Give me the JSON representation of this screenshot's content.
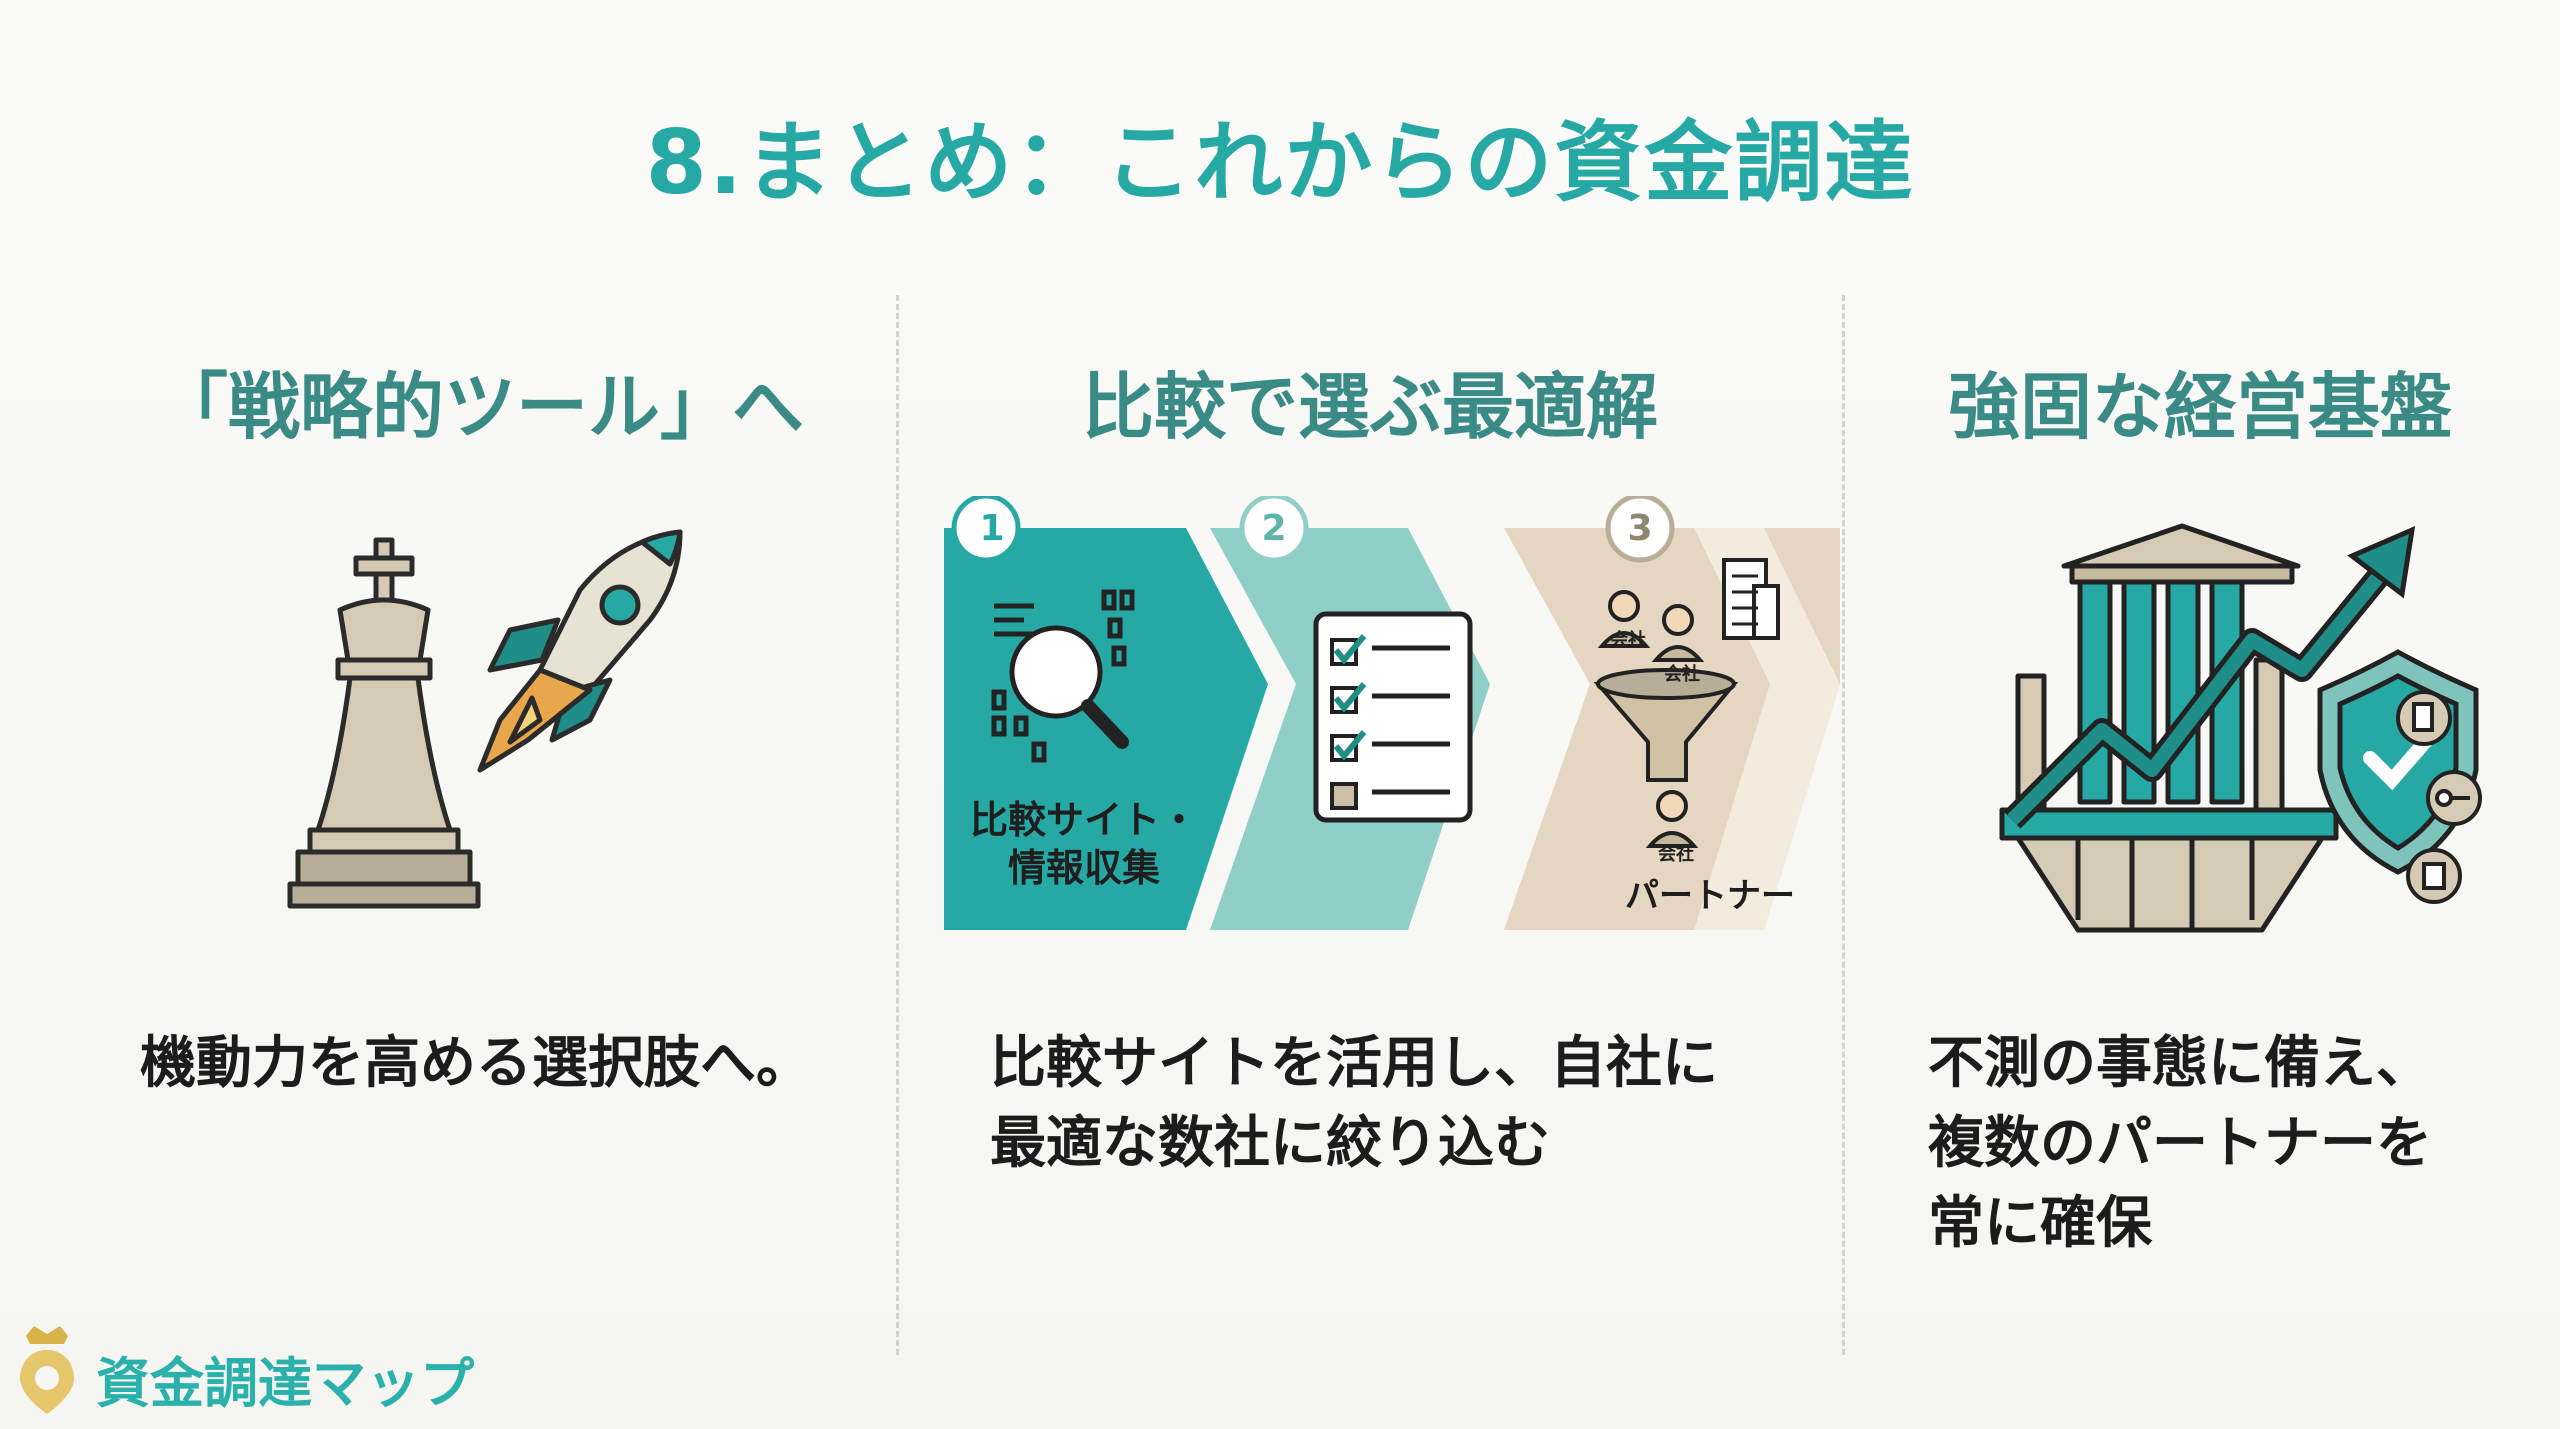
{
  "title": "8.まとめ：これからの資金調達",
  "columns": [
    {
      "heading": "「戦略的ツール」へ",
      "text_lines": [
        "機動力を高める選択肢へ。"
      ]
    },
    {
      "heading": "比較で選ぶ最適解",
      "text_lines": [
        "比較サイトを活用し、自社に",
        "最適な数社に絞り込む"
      ]
    },
    {
      "heading": "強固な経営基盤",
      "text_lines": [
        "不測の事態に備え、",
        "複数のパートナーを",
        "常に確保"
      ]
    }
  ],
  "steps": [
    {
      "number": "1",
      "label_lines": [
        "比較サイト・",
        "情報収集"
      ]
    },
    {
      "number": "2",
      "label_lines": []
    },
    {
      "number": "3",
      "label_lines": [
        "パートナー"
      ]
    }
  ],
  "company_tag": "会社",
  "footer": {
    "brand": "資金調達マップ"
  },
  "colors": {
    "teal": "#26a9a5",
    "dark_teal": "#1f8d88",
    "light_teal": "#8fcfc8",
    "beige": "#e4d6c0",
    "khaki": "#b8ae98"
  },
  "icons": [
    "chess-king-icon",
    "rocket-icon",
    "magnifier-icon",
    "checklist-icon",
    "funnel-icon",
    "building-icon",
    "growth-arrow-icon",
    "shield-check-icon",
    "key-icon"
  ]
}
